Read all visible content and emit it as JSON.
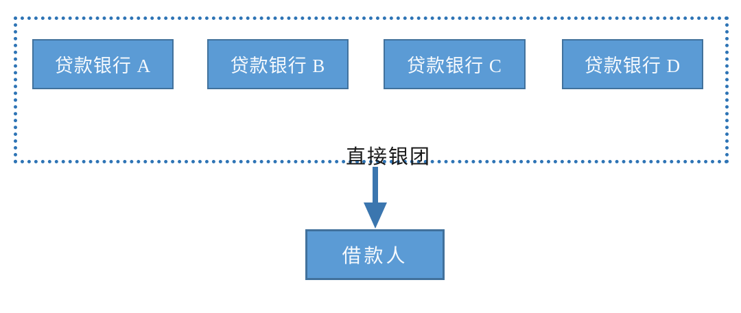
{
  "diagram": {
    "title": "direct-syndicate-structure",
    "syndicate_group": {
      "label": "直接银团",
      "banks": [
        {
          "label": "贷款银行 A"
        },
        {
          "label": "贷款银行 B"
        },
        {
          "label": "贷款银行 C"
        },
        {
          "label": "贷款银行 D"
        }
      ]
    },
    "borrower": {
      "label": "借款人"
    },
    "colors": {
      "box_fill": "#5B9BD5",
      "box_border": "#41719C",
      "dotted_border": "#2E74B5",
      "arrow": "#3B76AF",
      "box_text": "#F5F9FD",
      "label_text": "#1A1A1A",
      "page_bg": "#FFFFFF"
    }
  }
}
